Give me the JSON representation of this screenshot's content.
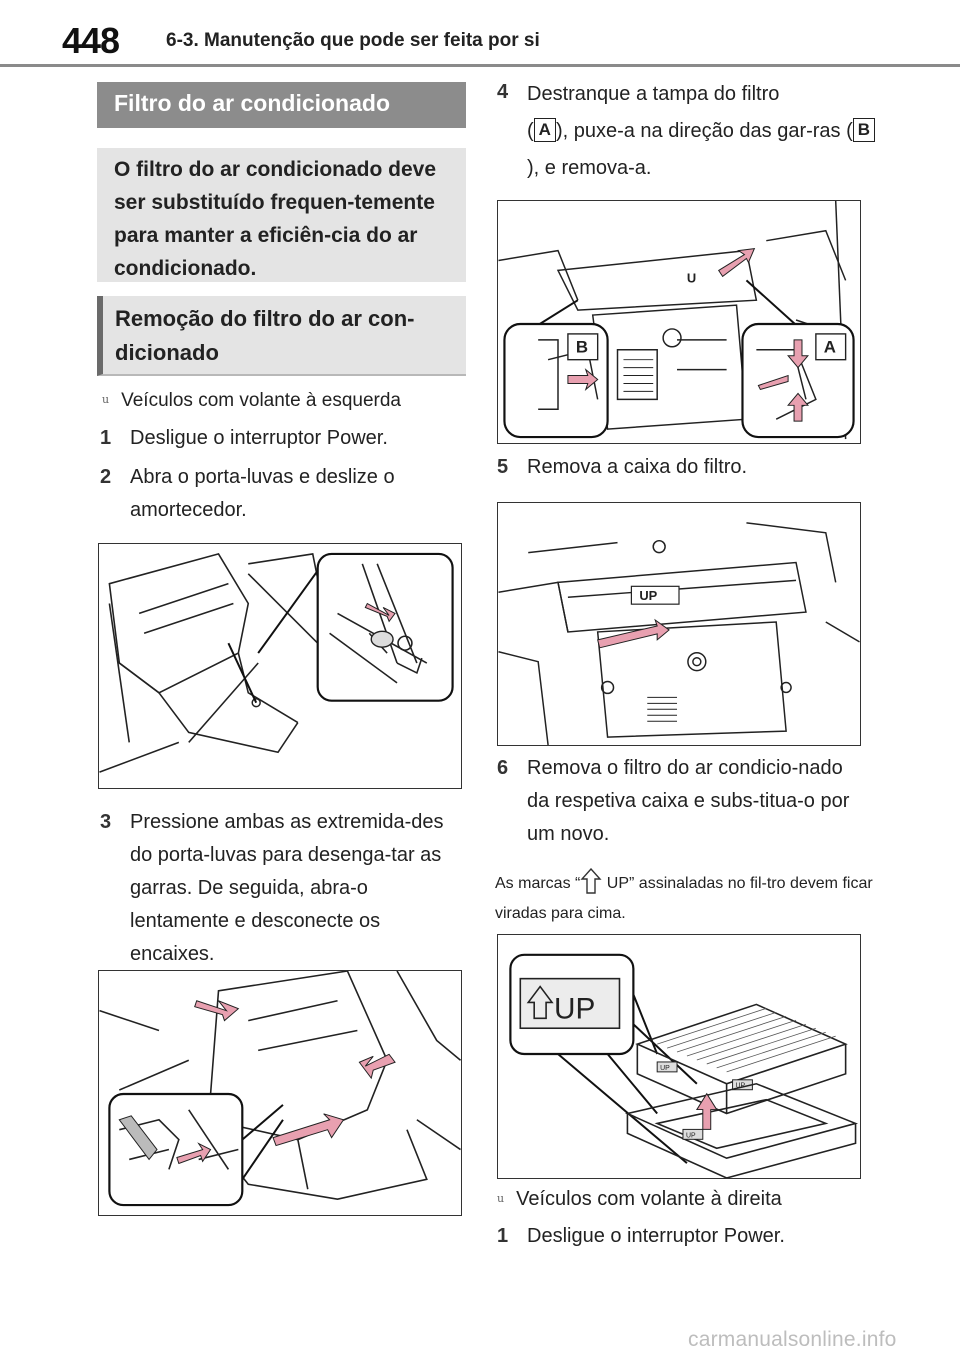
{
  "header": {
    "page_number": "448",
    "chapter": "6-3. Manutenção que pode ser feita por si"
  },
  "section_title": "Filtro do ar condicionado",
  "intro": "O filtro do ar condicionado deve ser substituído frequen-temente para manter a eficiên-cia do ar condicionado.",
  "subsection_title": "Remoção do filtro do ar con-dicionado",
  "left_hand_drive": {
    "bullet_mark": "u",
    "label": "Veículos com volante à esquerda",
    "steps": [
      {
        "num": "1",
        "text": "Desligue o interruptor Power."
      },
      {
        "num": "2",
        "text": "Abra o porta-luvas e deslize o amortecedor."
      },
      {
        "num": "3",
        "text": "Pressione ambas as extremida-des do porta-luvas para desenga-tar as garras. De seguida, abra-o lentamente e desconecte os encaixes."
      }
    ]
  },
  "step4": {
    "num": "4",
    "text_a": "Destranque a tampa do filtro",
    "label_a": "A",
    "text_b": "), puxe-a na direção das gar-ras (",
    "label_b": "B",
    "text_c": "), e remova-a.",
    "open_paren": "("
  },
  "step5": {
    "num": "5",
    "text": "Remova a caixa do filtro."
  },
  "step6": {
    "num": "6",
    "text": "Remova o filtro do ar condicio-nado da respetiva caixa e subs-titua-o por um novo."
  },
  "note": {
    "before": "As marcas “",
    "after": " UP” assinaladas no fil-tro devem ficar viradas para cima."
  },
  "figure_labels": {
    "callout_b": "B",
    "callout_a": "A",
    "fig_up_mark": "UP",
    "fig_up_small": "U",
    "big_up": "UP",
    "tag_up": "UP"
  },
  "right_hand_drive": {
    "bullet_mark": "u",
    "label": "Veículos com volante à direita",
    "steps": [
      {
        "num": "1",
        "text": "Desligue o interruptor Power."
      }
    ]
  },
  "watermark": "carmanualsonline.info",
  "colors": {
    "arrow_pink": "#e8a0b0",
    "header_grey": "#8c8c8c",
    "box_grey": "#e4e4e4"
  }
}
